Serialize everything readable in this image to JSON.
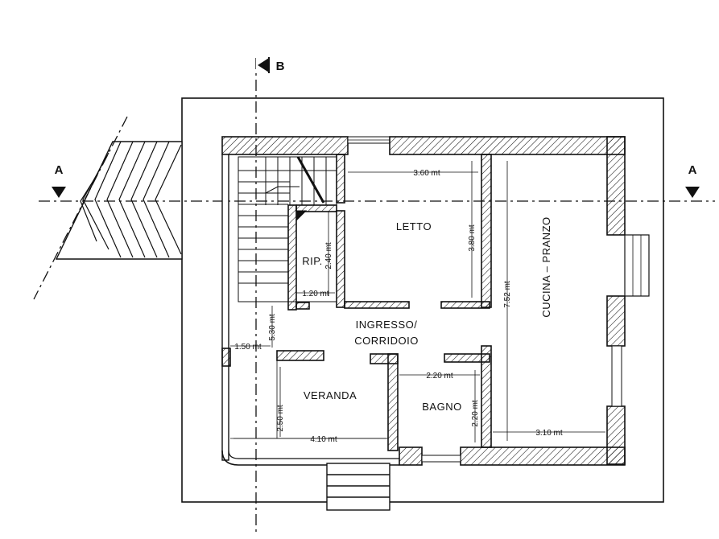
{
  "sections": {
    "a_left": "A",
    "a_right": "A",
    "b_top": "B"
  },
  "rooms": {
    "letto": "LETTO",
    "cucina": "CUCINA – PRANZO",
    "ingresso_line1": "INGRESSO/",
    "ingresso_line2": "CORRIDOIO",
    "ripostiglio": "RIP.",
    "veranda": "VERANDA",
    "bagno": "BAGNO"
  },
  "dimensions": {
    "letto_width": "3.60 mt",
    "letto_depth": "3.80 mt",
    "cucina_depth": "7.52 mt",
    "cucina_width": "3.10 mt",
    "rip_height": "2.40 mt",
    "rip_width": "1.20 mt",
    "ingresso_height": "5.30 mt",
    "stair_width": "1.50 mt",
    "veranda_height": "2.50 mt",
    "veranda_width": "4.10 mt",
    "bagno_width": "2.20 mt",
    "bagno_depth": "2.20 mt"
  }
}
